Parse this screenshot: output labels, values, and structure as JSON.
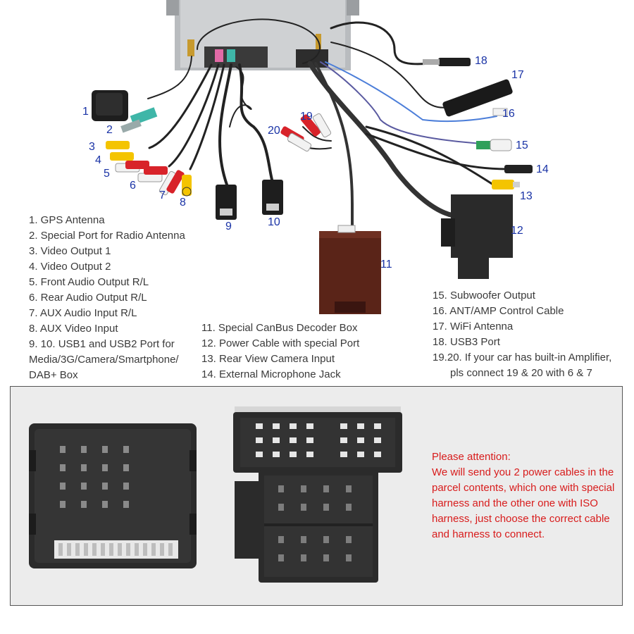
{
  "callouts": [
    "1",
    "2",
    "3",
    "4",
    "5",
    "6",
    "7",
    "8",
    "9",
    "10",
    "11",
    "12",
    "13",
    "14",
    "15",
    "16",
    "17",
    "18",
    "19",
    "20"
  ],
  "legend_left": [
    "1. GPS Antenna",
    "2. Special Port for Radio Antenna",
    "3. Video Output 1",
    "4. Video Output 2",
    "5. Front Audio Output R/L",
    "6. Rear Audio Output R/L",
    "7. AUX Audio Input R/L",
    "8. AUX Video Input",
    "9. 10. USB1 and USB2 Port for",
    "Media/3G/Camera/Smartphone/",
    "DAB+ Box"
  ],
  "legend_mid": [
    "11. Special CanBus Decoder Box",
    "12. Power Cable with special Port",
    "13. Rear View Camera Input",
    "14. External Microphone Jack"
  ],
  "legend_right": [
    "15. Subwoofer Output",
    "16. ANT/AMP Control Cable",
    "17. WiFi Antenna",
    "18. USB3 Port",
    "19.20. If your car has built-in Amplifier,",
    "pls connect 19 & 20 with 6 & 7"
  ],
  "attention": [
    "Please attention:",
    "We will send you 2 power cables in the",
    "parcel contents, which one with special",
    "harness and the other one with ISO",
    "harness, just choose the correct cable",
    "and harness to connect."
  ],
  "colors": {
    "callout": "#1a33a6",
    "legend_text": "#3a3a3a",
    "attention_text": "#d81c1c",
    "panel_bg": "#ececec",
    "rca_red": "#d8232a",
    "rca_white": "#f2f2f2",
    "rca_yellow": "#f4c400",
    "rca_green": "#2fa05a",
    "fakra_teal": "#3fb6a8",
    "fakra_pink": "#e26aa6",
    "decoder_box": "#5a2418",
    "connector_black": "#2a2a2a"
  }
}
